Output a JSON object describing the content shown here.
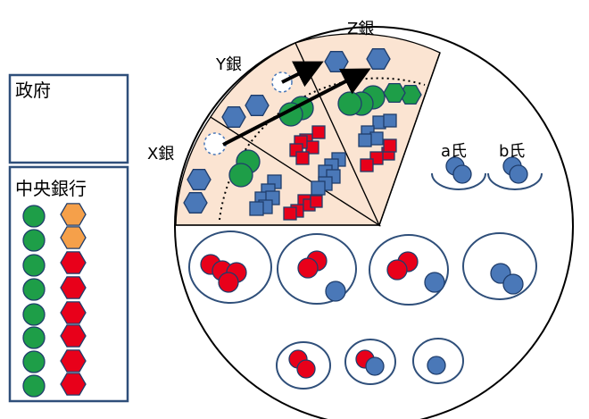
{
  "labels": {
    "government": "政府",
    "central_bank": "中央銀行",
    "bank_x": "X銀",
    "bank_y": "Y銀",
    "bank_z": "Z銀",
    "person_a": "a氏",
    "person_b": "b氏"
  },
  "colors": {
    "panel_border": "#2f4f7a",
    "green": "#1e9e48",
    "orange": "#f5a04a",
    "red": "#e8001a",
    "blue": "#4a78b8",
    "sector_fill": "#fbe4d2"
  },
  "central_bank_stock": {
    "green_coins": 8,
    "orange_hexagons": 2,
    "red_hexagons": 6
  }
}
